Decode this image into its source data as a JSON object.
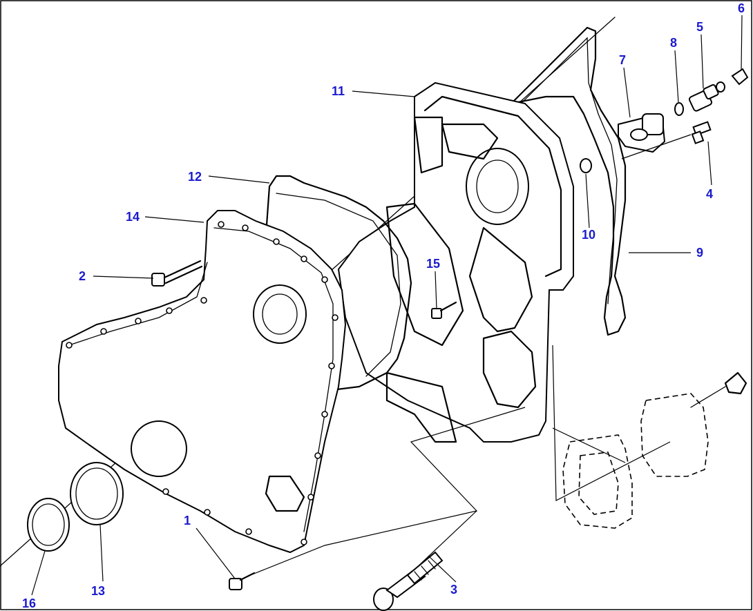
{
  "callouts": [
    {
      "id": "1",
      "text": "1"
    },
    {
      "id": "2",
      "text": "2"
    },
    {
      "id": "3",
      "text": "3"
    },
    {
      "id": "4",
      "text": "4"
    },
    {
      "id": "5",
      "text": "5"
    },
    {
      "id": "6",
      "text": "6"
    },
    {
      "id": "7",
      "text": "7"
    },
    {
      "id": "8",
      "text": "8"
    },
    {
      "id": "9",
      "text": "9"
    },
    {
      "id": "10",
      "text": "10"
    },
    {
      "id": "11",
      "text": "11"
    },
    {
      "id": "12",
      "text": "12"
    },
    {
      "id": "13",
      "text": "13"
    },
    {
      "id": "14",
      "text": "14"
    },
    {
      "id": "15",
      "text": "15"
    },
    {
      "id": "16",
      "text": "16"
    }
  ],
  "colors": {
    "callout": "#1a1acc",
    "line": "#000000",
    "background": "#ffffff"
  }
}
